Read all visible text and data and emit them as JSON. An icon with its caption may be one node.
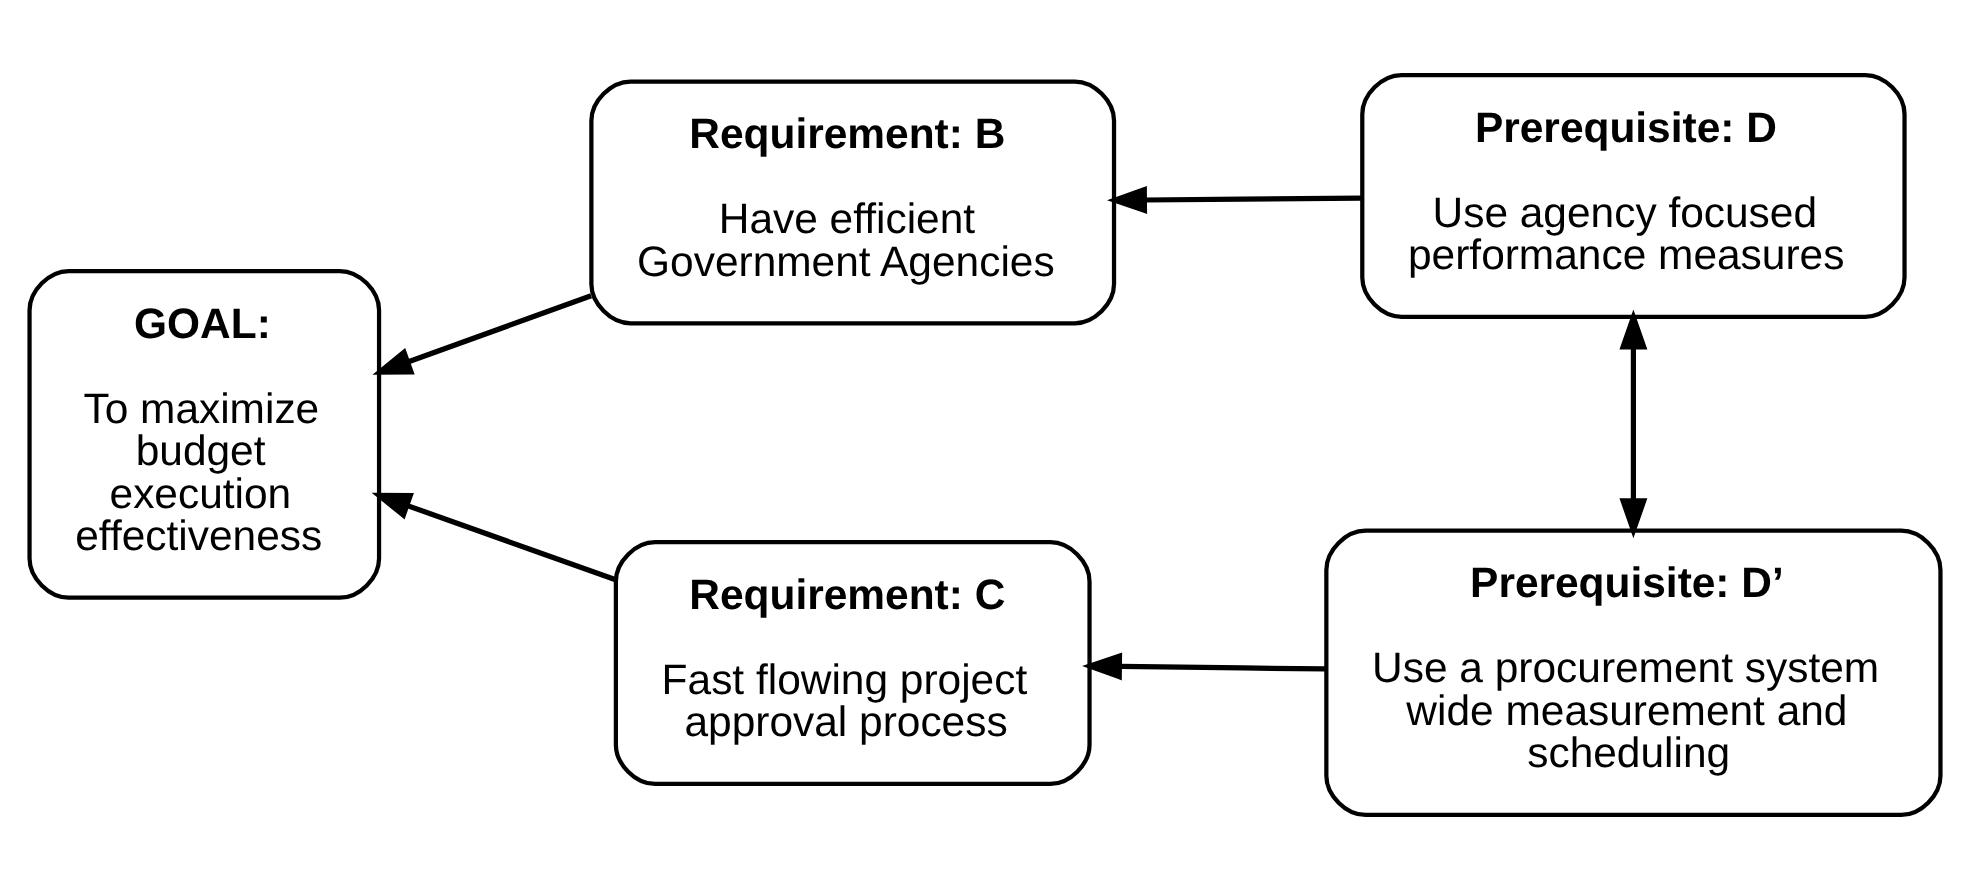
{
  "diagram": {
    "nodes": [
      {
        "text": [
          "GOAL:",
          "To maximize budget execution effectiveness"
        ]
      },
      {
        "text": [
          "Requirement: B",
          "Have efficient Government Agencies"
        ]
      },
      {
        "text": [
          "Requirement: C",
          "Fast flowing project approval process"
        ]
      },
      {
        "text": [
          "Prerequisite: D",
          "Use agency focused performance measures"
        ]
      },
      {
        "text": [
          "Prerequisite: D’",
          "Use a procurement system wide measurement and scheduling"
        ]
      }
    ],
    "edges": [
      {
        "from": 1,
        "to": 0,
        "arrow": "to"
      },
      {
        "from": 2,
        "to": 0,
        "arrow": "to"
      },
      {
        "from": 3,
        "to": 1,
        "arrow": "to"
      },
      {
        "from": 4,
        "to": 2,
        "arrow": "to"
      },
      {
        "from": 3,
        "to": 4,
        "arrow": "both"
      }
    ]
  }
}
